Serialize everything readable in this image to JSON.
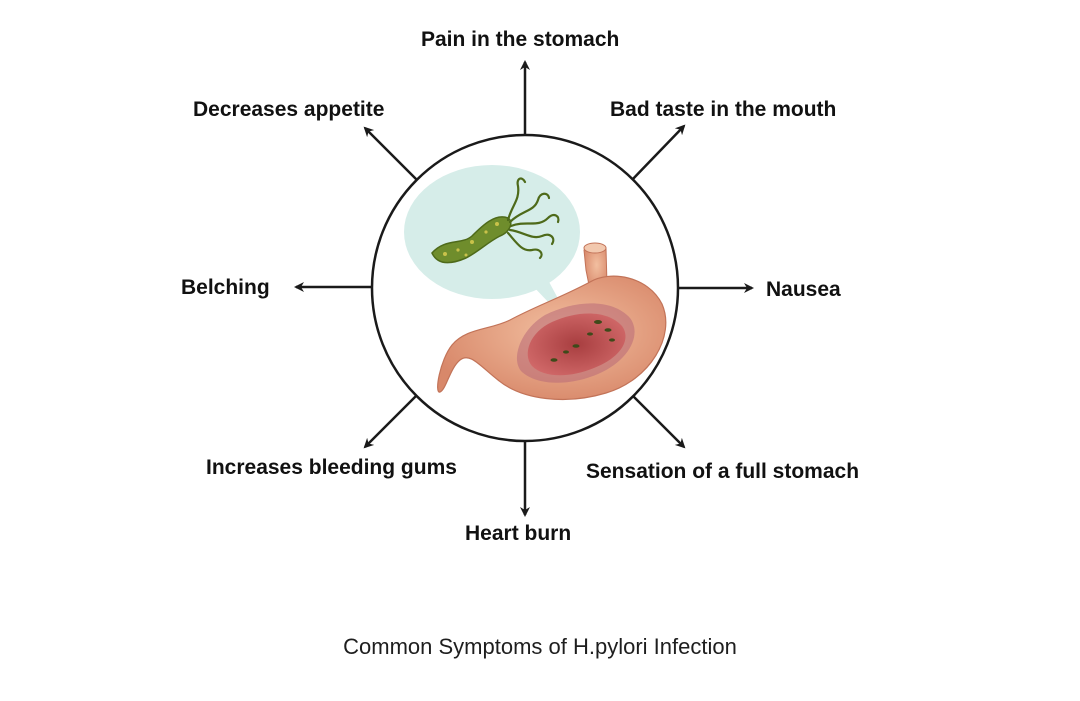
{
  "diagram": {
    "center_image": "stomach-with-h-pylori-bacteria",
    "symptoms": {
      "top": "Pain in the stomach",
      "top_left": "Decreases appetite",
      "top_right": "Bad taste in the mouth",
      "left": "Belching",
      "right": "Nausea",
      "bottom_left": "Increases bleeding gums",
      "bottom_right": "Sensation of a full stomach",
      "bottom": "Heart burn"
    },
    "colors": {
      "circle_stroke": "#1a1a1a",
      "arrow": "#1a1a1a",
      "bubble": "#d6ede9",
      "stomach_outer": "#e6a888",
      "stomach_inner": "#c55a5a",
      "bacterium": "#6f8d2c"
    }
  },
  "caption": "Common Symptoms of H.pylori Infection"
}
